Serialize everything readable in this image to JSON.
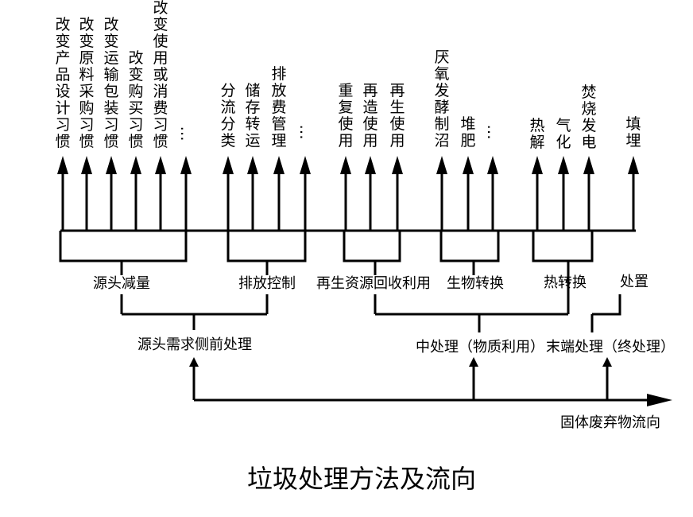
{
  "title": "垃圾处理方法及流向",
  "flow_label": "固体废弃物流向",
  "stages": {
    "front": "源头需求侧前处理",
    "middle": "中处理（物质利用）",
    "end": "末端处理（终处理）"
  },
  "groups": {
    "reduction": "源头减量",
    "emission": "排放控制",
    "recycling": "再生资源回收利用",
    "bio": "生物转换",
    "thermal": "热转换",
    "disposal": "处置"
  },
  "leaves": [
    "改变产品设计习惯",
    "改变原料采购习惯",
    "改变运输包装习惯",
    "改变购买习惯",
    "改变使用或消费习惯",
    "…",
    "分流分类",
    "储存转运",
    "排放费管理",
    "…",
    "重复使用",
    "再造使用",
    "再生使用",
    "厌氧发酵制沼",
    "堆肥",
    "…",
    "热解",
    "气化",
    "焚烧发电",
    "填埋"
  ]
}
